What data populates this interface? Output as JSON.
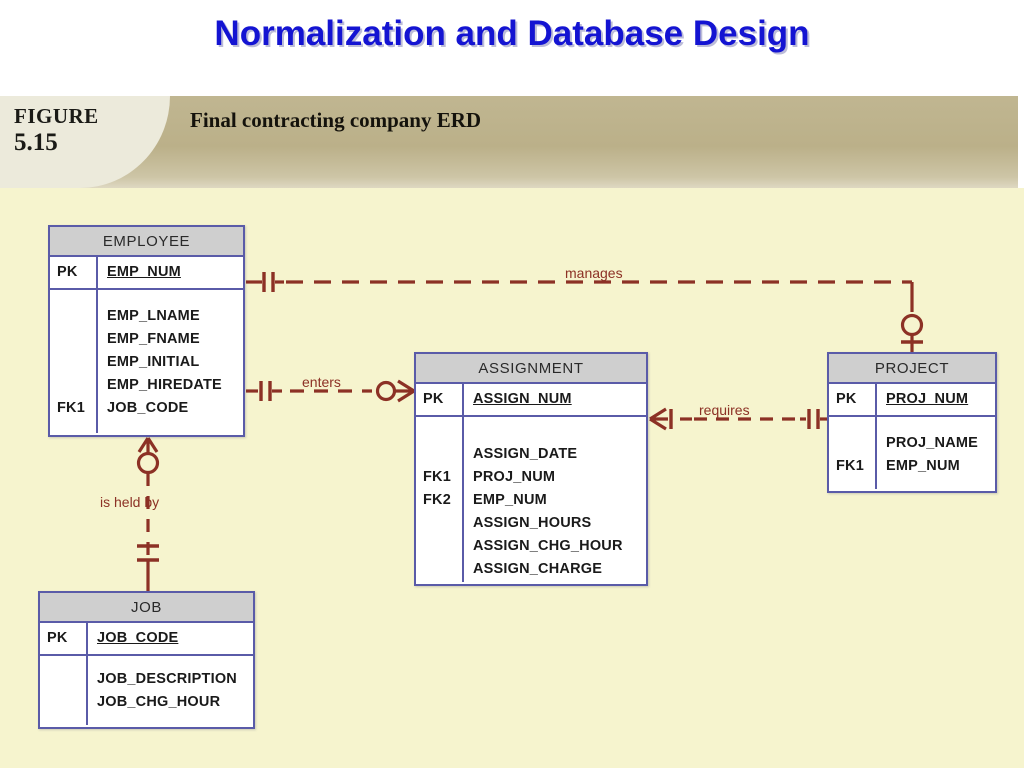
{
  "slide": {
    "title": "Normalization and Database Design",
    "title_color": "#1414d2"
  },
  "figure": {
    "label": "FIGURE",
    "number": "5.15",
    "caption": "Final contracting company ERD",
    "band_color": "#bbb089"
  },
  "diagram": {
    "background_color": "#f6f4ce",
    "entity_border_color": "#5a5ba8",
    "entity_header_color": "#cfcfcf",
    "relationship_color": "#8c3125",
    "entities": [
      {
        "id": "employee",
        "name": "EMPLOYEE",
        "pk_key": "PK",
        "pk_attr": "EMP_NUM",
        "rows": [
          {
            "key": "",
            "attr": "EMP_LNAME"
          },
          {
            "key": "",
            "attr": "EMP_FNAME"
          },
          {
            "key": "",
            "attr": "EMP_INITIAL"
          },
          {
            "key": "",
            "attr": "EMP_HIREDATE"
          },
          {
            "key": "FK1",
            "attr": "JOB_CODE"
          }
        ]
      },
      {
        "id": "assignment",
        "name": "ASSIGNMENT",
        "pk_key": "PK",
        "pk_attr": "ASSIGN_NUM",
        "rows": [
          {
            "key": "",
            "attr": "ASSIGN_DATE"
          },
          {
            "key": "FK1",
            "attr": "PROJ_NUM"
          },
          {
            "key": "FK2",
            "attr": "EMP_NUM"
          },
          {
            "key": "",
            "attr": "ASSIGN_HOURS"
          },
          {
            "key": "",
            "attr": "ASSIGN_CHG_HOUR"
          },
          {
            "key": "",
            "attr": "ASSIGN_CHARGE"
          }
        ]
      },
      {
        "id": "project",
        "name": "PROJECT",
        "pk_key": "PK",
        "pk_attr": "PROJ_NUM",
        "rows": [
          {
            "key": "",
            "attr": "PROJ_NAME"
          },
          {
            "key": "FK1",
            "attr": "EMP_NUM"
          }
        ]
      },
      {
        "id": "job",
        "name": "JOB",
        "pk_key": "PK",
        "pk_attr": "JOB_CODE",
        "rows": [
          {
            "key": "",
            "attr": "JOB_DESCRIPTION"
          },
          {
            "key": "",
            "attr": "JOB_CHG_HOUR"
          }
        ]
      }
    ],
    "relationships": [
      {
        "id": "manages",
        "label": "manages",
        "from": "EMPLOYEE",
        "to": "PROJECT",
        "line_style": "dashed",
        "from_cardinality": "one-and-only-one",
        "to_cardinality": "zero-or-one"
      },
      {
        "id": "enters",
        "label": "enters",
        "from": "EMPLOYEE",
        "to": "ASSIGNMENT",
        "line_style": "dashed",
        "from_cardinality": "one-and-only-one",
        "to_cardinality": "zero-or-many"
      },
      {
        "id": "requires",
        "label": "requires",
        "from": "ASSIGNMENT",
        "to": "PROJECT",
        "line_style": "dashed",
        "from_cardinality": "one-or-many",
        "to_cardinality": "one-and-only-one"
      },
      {
        "id": "is-held-by",
        "label": "is held by",
        "from": "EMPLOYEE",
        "to": "JOB",
        "line_style": "dashed",
        "from_cardinality": "zero-or-many",
        "to_cardinality": "one-and-only-one"
      }
    ]
  }
}
